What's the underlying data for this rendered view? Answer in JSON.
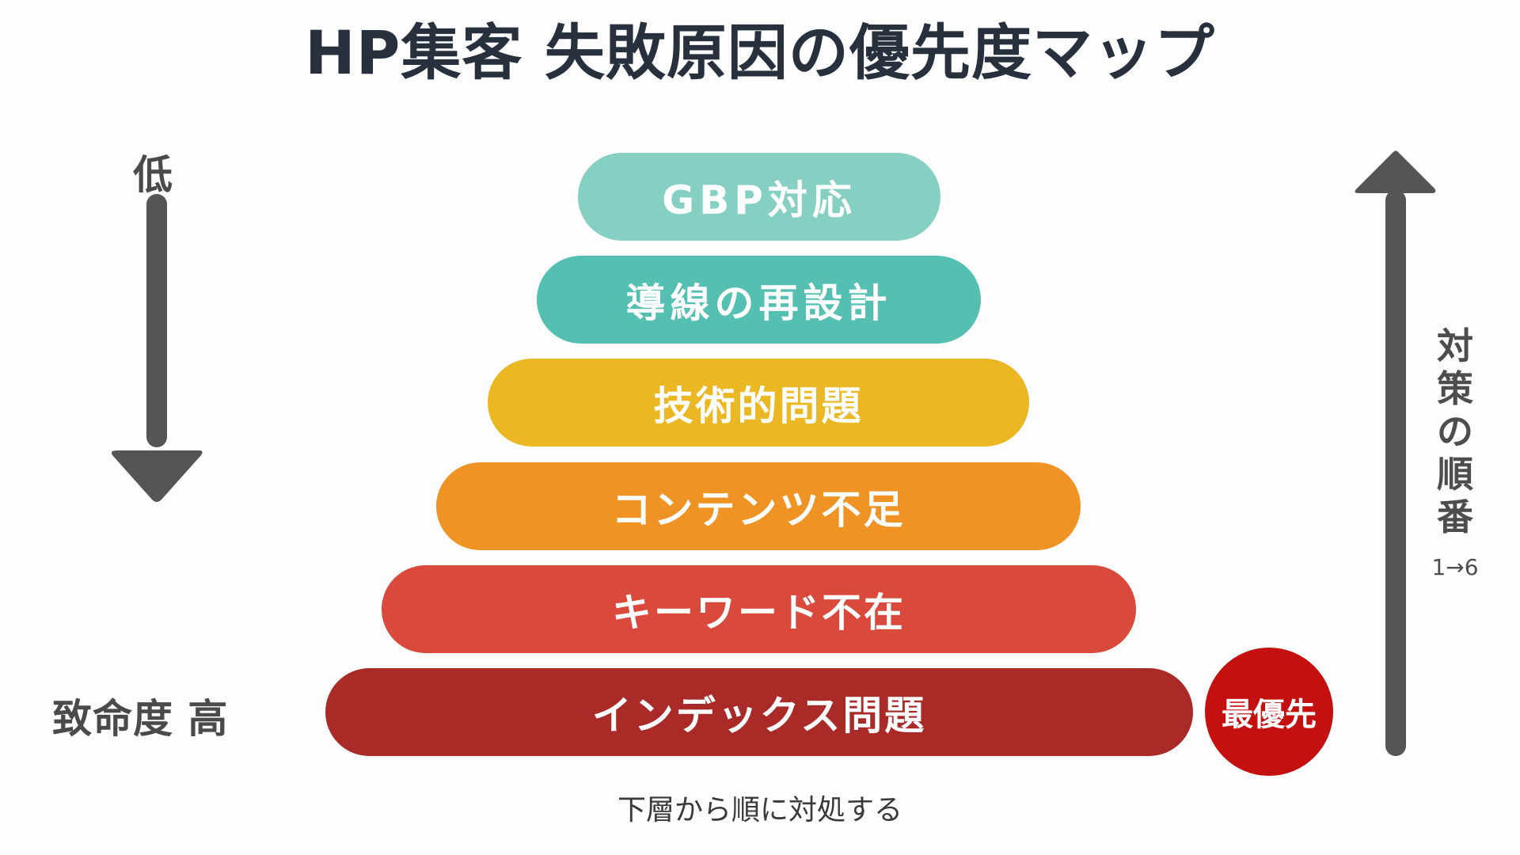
{
  "title": "HP集客 失敗原因の優先度マップ",
  "left_axis": {
    "top_label": "低",
    "bottom_label": "致命度 高",
    "direction": "down",
    "color": "#555555"
  },
  "right_axis": {
    "label": "対策の順番",
    "order": "1→6",
    "direction": "up",
    "color": "#555555"
  },
  "pyramid": {
    "layers": [
      {
        "label": "GBP対応",
        "color": "#85d0c3"
      },
      {
        "label": "導線の再設計",
        "color": "#55bfb1"
      },
      {
        "label": "技術的問題",
        "color": "#ebb823"
      },
      {
        "label": "コンテンツ不足",
        "color": "#ee9324"
      },
      {
        "label": "キーワード不在",
        "color": "#d94a3c"
      },
      {
        "label": "インデックス問題",
        "color": "#a92a27"
      }
    ]
  },
  "badge": {
    "label": "最優先",
    "color": "#c4110f"
  },
  "caption": "下層から順に対処する"
}
